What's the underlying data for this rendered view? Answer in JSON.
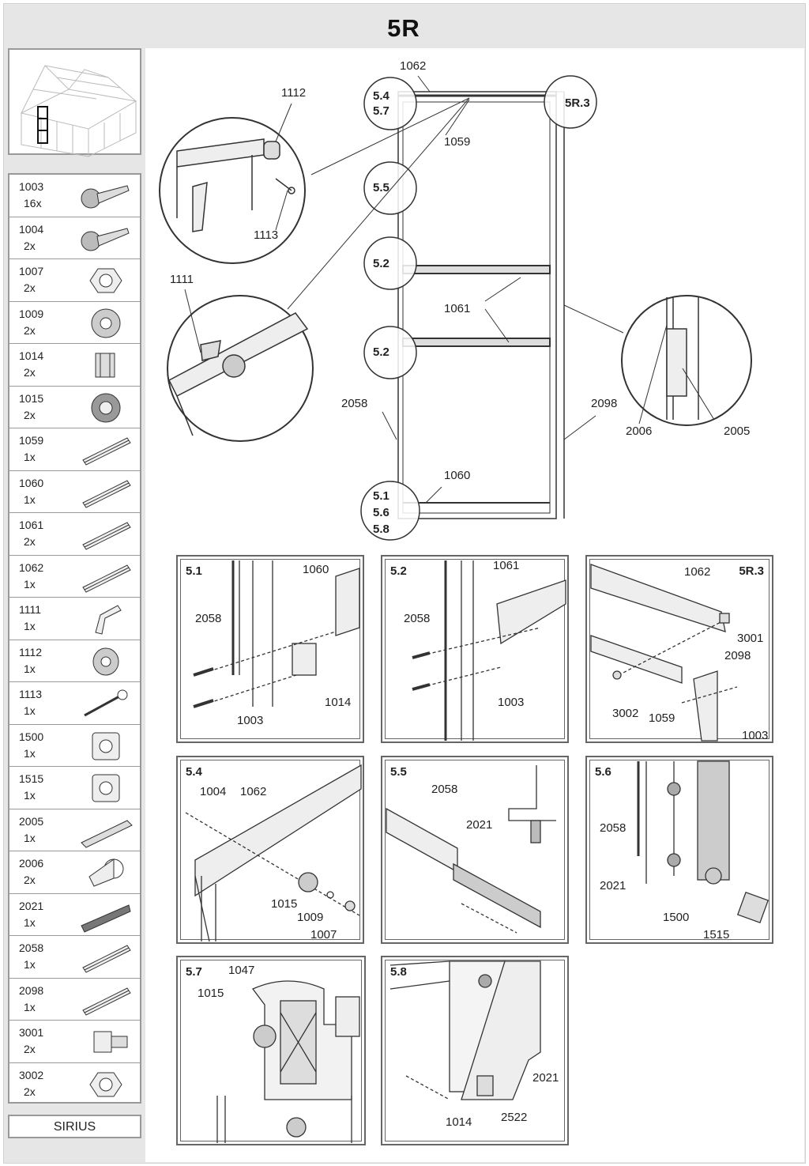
{
  "header": {
    "title": "5R"
  },
  "parts": [
    {
      "code": "1003",
      "qty": "16x",
      "icon": "screw-icon"
    },
    {
      "code": "1004",
      "qty": "2x",
      "icon": "screw-icon"
    },
    {
      "code": "1007",
      "qty": "2x",
      "icon": "nut-icon"
    },
    {
      "code": "1009",
      "qty": "2x",
      "icon": "washer-icon"
    },
    {
      "code": "1014",
      "qty": "2x",
      "icon": "connector-icon"
    },
    {
      "code": "1015",
      "qty": "2x",
      "icon": "wheel-icon"
    },
    {
      "code": "1059",
      "qty": "1x",
      "icon": "profile-icon"
    },
    {
      "code": "1060",
      "qty": "1x",
      "icon": "profile-icon"
    },
    {
      "code": "1061",
      "qty": "2x",
      "icon": "profile-icon"
    },
    {
      "code": "1062",
      "qty": "1x",
      "icon": "profile-icon"
    },
    {
      "code": "1111",
      "qty": "1x",
      "icon": "latch-icon"
    },
    {
      "code": "1112",
      "qty": "1x",
      "icon": "roller-icon"
    },
    {
      "code": "1113",
      "qty": "1x",
      "icon": "pin-icon"
    },
    {
      "code": "1500",
      "qty": "1x",
      "icon": "square-nut-icon"
    },
    {
      "code": "1515",
      "qty": "1x",
      "icon": "square-nut-icon"
    },
    {
      "code": "2005",
      "qty": "1x",
      "icon": "strip-icon"
    },
    {
      "code": "2006",
      "qty": "2x",
      "icon": "sleeve-icon"
    },
    {
      "code": "2021",
      "qty": "1x",
      "icon": "brush-icon"
    },
    {
      "code": "2058",
      "qty": "1x",
      "icon": "profile-icon"
    },
    {
      "code": "2098",
      "qty": "1x",
      "icon": "profile-icon"
    },
    {
      "code": "3001",
      "qty": "2x",
      "icon": "bolt-icon"
    },
    {
      "code": "3002",
      "qty": "2x",
      "icon": "nut-icon"
    }
  ],
  "footer": {
    "model": "SIRIUS"
  },
  "main": {
    "labels": {
      "l1062": "1062",
      "l1112": "1112",
      "l1113": "1113",
      "l1059": "1059",
      "l1111": "1111",
      "l1061": "1061",
      "l2058": "2058",
      "l2098": "2098",
      "l2006": "2006",
      "l2005": "2005",
      "l1060": "1060"
    },
    "circles": {
      "c54": "5.4",
      "c57": "5.7",
      "c5r3": "5R.3",
      "c55": "5.5",
      "c52a": "5.2",
      "c52b": "5.2",
      "c51": "5.1",
      "c56": "5.6",
      "c58": "5.8"
    }
  },
  "details": {
    "d51": {
      "tag": "5.1",
      "labels": [
        "1060",
        "2058",
        "1014",
        "1003"
      ]
    },
    "d52": {
      "tag": "5.2",
      "labels": [
        "1061",
        "2058",
        "1003"
      ]
    },
    "d5r3": {
      "tag": "5R.3",
      "labels": [
        "1062",
        "3001",
        "2098",
        "3002",
        "1059",
        "1003"
      ]
    },
    "d54": {
      "tag": "5.4",
      "labels": [
        "1004",
        "1062",
        "1015",
        "1009",
        "1007"
      ]
    },
    "d55": {
      "tag": "5.5",
      "labels": [
        "2058",
        "2021"
      ]
    },
    "d56": {
      "tag": "5.6",
      "labels": [
        "2058",
        "2021",
        "1500",
        "1515"
      ]
    },
    "d57": {
      "tag": "5.7",
      "labels": [
        "1047",
        "1015"
      ]
    },
    "d58": {
      "tag": "5.8",
      "labels": [
        "2021",
        "1014",
        "2522"
      ]
    }
  }
}
